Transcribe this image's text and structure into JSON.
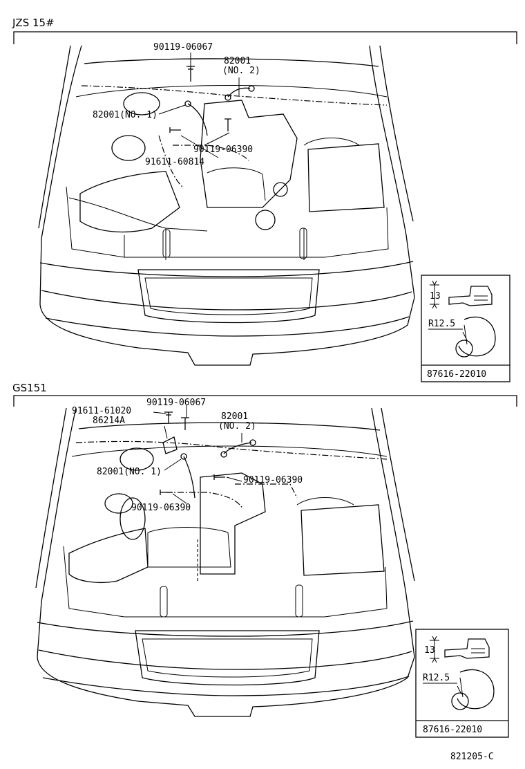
{
  "sections": [
    {
      "header": "JZS 15#",
      "labels": {
        "bolt_top": "90119-06067",
        "cable_no2_part": "82001",
        "cable_no2_sub": "(NO. 2)",
        "cable_no1": "82001(NO. 1)",
        "bolt_mid": "90119-06390",
        "nut": "91611-60814"
      },
      "inset": {
        "dim_height": "13",
        "dim_radius": "R12.5",
        "part": "87616-22010"
      }
    },
    {
      "header": "GS151",
      "labels": {
        "bolt_left": "91611-61020",
        "bolt_top": "90119-06067",
        "clamp": "86214A",
        "cable_no2_part": "82001",
        "cable_no2_sub": "(NO. 2)",
        "cable_no1": "82001(NO. 1)",
        "bolt_right": "90119-06390",
        "bolt_lower": "90119-06390"
      },
      "inset": {
        "dim_height": "13",
        "dim_radius": "R12.5",
        "part": "87616-22010"
      }
    }
  ],
  "figure_code": "821205-C"
}
